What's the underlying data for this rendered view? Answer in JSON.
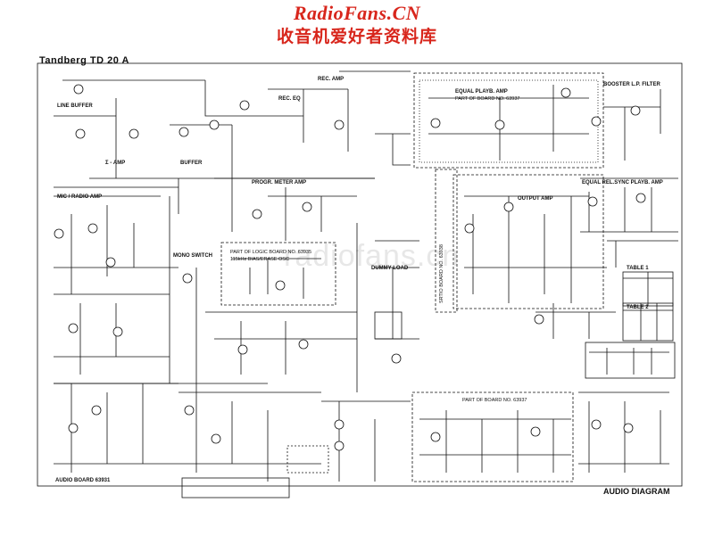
{
  "header": {
    "site": "RadioFans.CN",
    "subtitle": "收音机爱好者资料库"
  },
  "document": {
    "title": "Tandberg  TD 20 A",
    "diagram_title": "AUDIO DIAGRAM",
    "watermark": "radiofans.cn"
  },
  "blocks": {
    "line_buffer": "LINE BUFFER",
    "sigma_amp": "Σ - AMP",
    "buffer": "BUFFER",
    "rec_eq": "REC. EQ",
    "rec_amp": "REC. AMP",
    "equal_play_amp": "EQUAL PLAYB. AMP",
    "part_board_top": "PART OF BOARD NO. 63937",
    "booster": "BOOSTER L.P. FILTER",
    "mic_radio_amp": "MIC / RADIO AMP",
    "progr_meter_amp": "PROGR. METER AMP",
    "equal_rel_sync": "EQUAL REL.SYNC PLAYB. AMP",
    "output_amp": "OUTPUT AMP",
    "mono_switch": "MONO SWITCH",
    "logic_board": "PART OF LOGIC BOARD NO. 63935",
    "bias_osc": "115kHz BIAS/ERASE OSC",
    "dummy_load": "DUMMY LOAD",
    "sratio_board": "SRTIO BOARD NO. 63938",
    "table1": "TABLE 1",
    "table2": "TABLE 2",
    "part_board_bottom": "PART OF BOARD NO. 63937",
    "audio_board": "AUDIO BOARD 63931"
  }
}
